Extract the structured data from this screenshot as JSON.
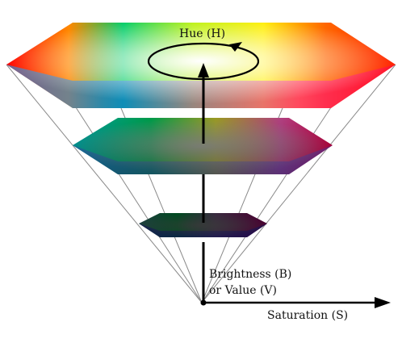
{
  "labels": {
    "hue": "Hue (H)",
    "brightness_line1": "Brightness (B)",
    "brightness_line2": "or Value (V)",
    "saturation": "Saturation (S)"
  },
  "colors": {
    "hue_stops": [
      "#ff0000",
      "#ffff00",
      "#00ff00",
      "#00ffff",
      "#0000ff",
      "#ff00ff",
      "#ff0000"
    ],
    "axis": "#000000",
    "edge_lines": "#8a8a8a",
    "background": "#ffffff"
  },
  "layers": [
    {
      "name": "top-hexagon",
      "value_level": 1.0
    },
    {
      "name": "middle-hexagon",
      "value_level": 0.55
    },
    {
      "name": "bottom-hexagon",
      "value_level": 0.2
    }
  ]
}
